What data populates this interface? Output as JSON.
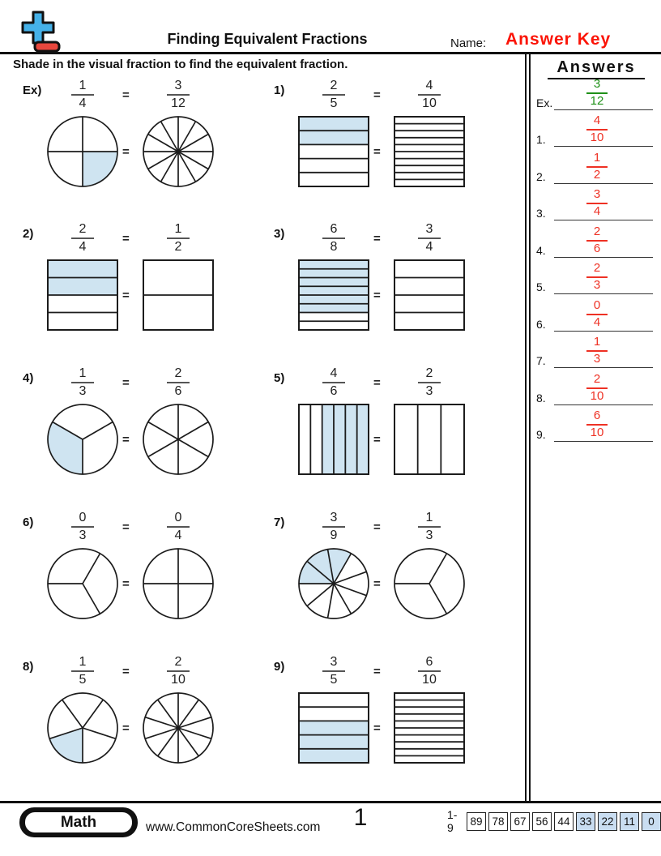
{
  "header": {
    "title": "Finding Equivalent Fractions",
    "name_label": "Name:",
    "name_value": "Answer Key"
  },
  "instruction": "Shade in the visual fraction to find the equivalent fraction.",
  "equals": "=",
  "colors": {
    "shade_blue": "#cfe4f1",
    "stroke": "#1c1c1c",
    "answer_red": "#ee3124",
    "answer_green": "#1f9018",
    "answer_key_red": "#fb1407",
    "score_highlight": "#c9ddf1",
    "logo_plus_blue": "#45b1e8",
    "logo_minus_red": "#e8473d"
  },
  "problems": [
    {
      "id": "ex",
      "label": "Ex)",
      "from": {
        "num": "1",
        "den": "4"
      },
      "to": {
        "num": "3",
        "den": "12"
      },
      "left_visual": {
        "kind": "circle",
        "parts": 4,
        "start": 0,
        "shaded": [
          3
        ]
      },
      "right_visual": {
        "kind": "circle",
        "parts": 12,
        "start": 0,
        "shaded": []
      }
    },
    {
      "id": "1",
      "label": "1)",
      "from": {
        "num": "2",
        "den": "5"
      },
      "to": {
        "num": "4",
        "den": "10"
      },
      "left_visual": {
        "kind": "rows",
        "parts": 5,
        "shaded": [
          0,
          1
        ]
      },
      "right_visual": {
        "kind": "rows",
        "parts": 10,
        "shaded": []
      }
    },
    {
      "id": "2",
      "label": "2)",
      "from": {
        "num": "2",
        "den": "4"
      },
      "to": {
        "num": "1",
        "den": "2"
      },
      "left_visual": {
        "kind": "rows",
        "parts": 4,
        "shaded": [
          0,
          1
        ]
      },
      "right_visual": {
        "kind": "rows",
        "parts": 2,
        "shaded": []
      }
    },
    {
      "id": "3",
      "label": "3)",
      "from": {
        "num": "6",
        "den": "8"
      },
      "to": {
        "num": "3",
        "den": "4"
      },
      "left_visual": {
        "kind": "rows",
        "parts": 8,
        "shaded": [
          0,
          1,
          2,
          3,
          4,
          5
        ]
      },
      "right_visual": {
        "kind": "rows",
        "parts": 4,
        "shaded": []
      }
    },
    {
      "id": "4",
      "label": "4)",
      "from": {
        "num": "1",
        "den": "3"
      },
      "to": {
        "num": "2",
        "den": "6"
      },
      "left_visual": {
        "kind": "circle",
        "parts": 3,
        "start": 30,
        "shaded": [
          1
        ]
      },
      "right_visual": {
        "kind": "circle",
        "parts": 6,
        "start": 30,
        "shaded": []
      }
    },
    {
      "id": "5",
      "label": "5)",
      "from": {
        "num": "4",
        "den": "6"
      },
      "to": {
        "num": "2",
        "den": "3"
      },
      "left_visual": {
        "kind": "cols",
        "parts": 6,
        "shaded": [
          2,
          3,
          4,
          5
        ]
      },
      "right_visual": {
        "kind": "cols",
        "parts": 3,
        "shaded": []
      }
    },
    {
      "id": "6",
      "label": "6)",
      "from": {
        "num": "0",
        "den": "3"
      },
      "to": {
        "num": "0",
        "den": "4"
      },
      "left_visual": {
        "kind": "circle",
        "parts": 3,
        "start": 60,
        "shaded": []
      },
      "right_visual": {
        "kind": "circle",
        "parts": 4,
        "start": 0,
        "shaded": []
      }
    },
    {
      "id": "7",
      "label": "7)",
      "from": {
        "num": "3",
        "den": "9"
      },
      "to": {
        "num": "1",
        "den": "3"
      },
      "left_visual": {
        "kind": "circle",
        "parts": 9,
        "start": 20,
        "shaded": [
          1,
          2,
          3
        ]
      },
      "right_visual": {
        "kind": "circle",
        "parts": 3,
        "start": 60,
        "shaded": []
      }
    },
    {
      "id": "8",
      "label": "8)",
      "from": {
        "num": "1",
        "den": "5"
      },
      "to": {
        "num": "2",
        "den": "10"
      },
      "left_visual": {
        "kind": "circle",
        "parts": 5,
        "start": 54,
        "shaded": [
          2
        ]
      },
      "right_visual": {
        "kind": "circle",
        "parts": 10,
        "start": 90,
        "shaded": []
      }
    },
    {
      "id": "9",
      "label": "9)",
      "from": {
        "num": "3",
        "den": "5"
      },
      "to": {
        "num": "6",
        "den": "10"
      },
      "left_visual": {
        "kind": "rows",
        "parts": 5,
        "shaded": [
          2,
          3,
          4
        ]
      },
      "right_visual": {
        "kind": "rows",
        "parts": 10,
        "shaded": []
      }
    }
  ],
  "answers": {
    "title": "Answers",
    "items": [
      {
        "label": "Ex.",
        "num": "3",
        "den": "12",
        "color": "green"
      },
      {
        "label": "1.",
        "num": "4",
        "den": "10",
        "color": "red"
      },
      {
        "label": "2.",
        "num": "1",
        "den": "2",
        "color": "red"
      },
      {
        "label": "3.",
        "num": "3",
        "den": "4",
        "color": "red"
      },
      {
        "label": "4.",
        "num": "2",
        "den": "6",
        "color": "red"
      },
      {
        "label": "5.",
        "num": "2",
        "den": "3",
        "color": "red"
      },
      {
        "label": "6.",
        "num": "0",
        "den": "4",
        "color": "red"
      },
      {
        "label": "7.",
        "num": "1",
        "den": "3",
        "color": "red"
      },
      {
        "label": "8.",
        "num": "2",
        "den": "10",
        "color": "red"
      },
      {
        "label": "9.",
        "num": "6",
        "den": "10",
        "color": "red"
      }
    ]
  },
  "footer": {
    "subject": "Math",
    "site": "www.CommonCoreSheets.com",
    "page": "1",
    "score_label": "1-9",
    "score_cells": [
      {
        "value": "89",
        "highlight": false
      },
      {
        "value": "78",
        "highlight": false
      },
      {
        "value": "67",
        "highlight": false
      },
      {
        "value": "56",
        "highlight": false
      },
      {
        "value": "44",
        "highlight": false
      },
      {
        "value": "33",
        "highlight": true
      },
      {
        "value": "22",
        "highlight": true
      },
      {
        "value": "11",
        "highlight": true
      },
      {
        "value": "0",
        "highlight": true
      }
    ]
  }
}
